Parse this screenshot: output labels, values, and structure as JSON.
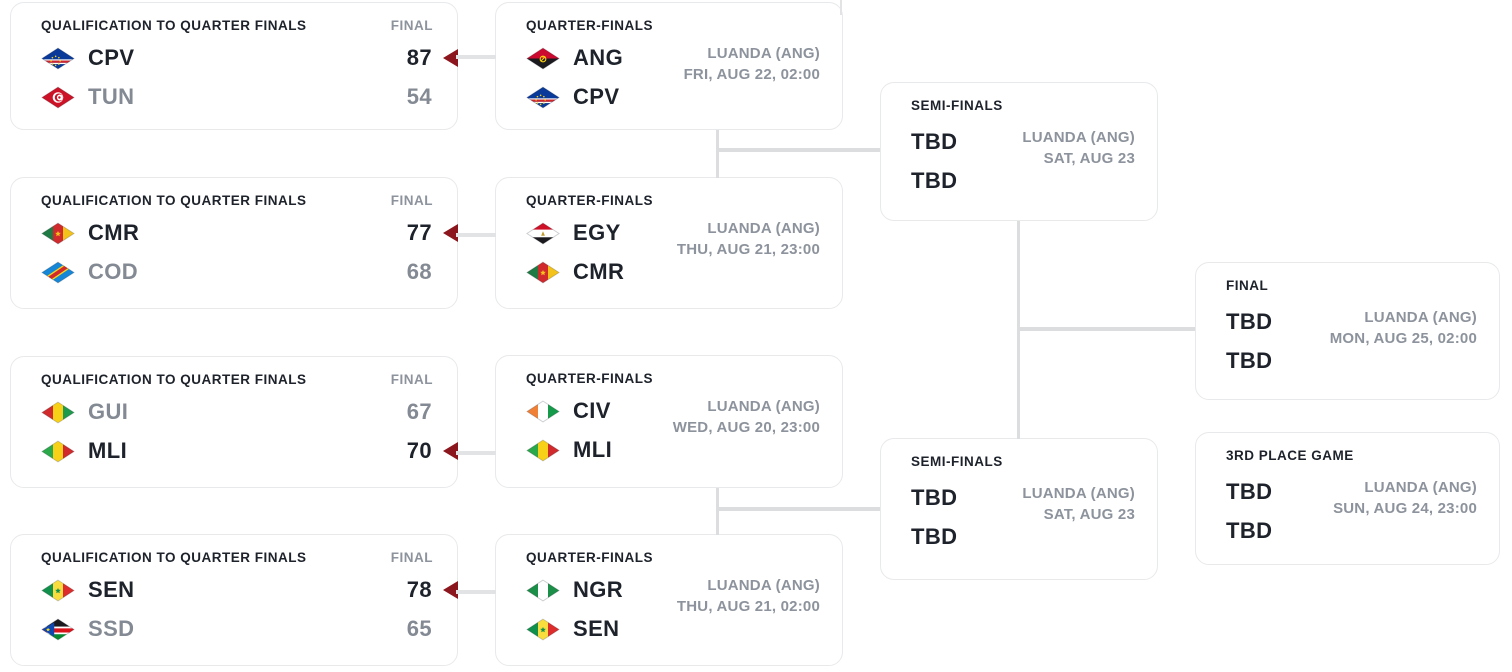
{
  "page": {
    "background": "#ffffff"
  },
  "colors": {
    "text_primary": "#1d222b",
    "text_muted": "#8d939c",
    "card_border": "#e8e9eb",
    "connector": "#dcdddf",
    "winner_arrow": "#8c161d"
  },
  "bracket": {
    "qualification": [
      {
        "title": "QUALIFICATION TO QUARTER FINALS",
        "status": "FINAL",
        "teams": [
          {
            "code": "CPV",
            "flag": "cpv-flag-icon",
            "score": "87",
            "winner": true
          },
          {
            "code": "TUN",
            "flag": "tun-flag-icon",
            "score": "54",
            "winner": false
          }
        ]
      },
      {
        "title": "QUALIFICATION TO QUARTER FINALS",
        "status": "FINAL",
        "teams": [
          {
            "code": "CMR",
            "flag": "cmr-flag-icon",
            "score": "77",
            "winner": true
          },
          {
            "code": "COD",
            "flag": "cod-flag-icon",
            "score": "68",
            "winner": false
          }
        ]
      },
      {
        "title": "QUALIFICATION TO QUARTER FINALS",
        "status": "FINAL",
        "teams": [
          {
            "code": "GUI",
            "flag": "gui-flag-icon",
            "score": "67",
            "winner": false
          },
          {
            "code": "MLI",
            "flag": "mli-flag-icon",
            "score": "70",
            "winner": true
          }
        ]
      },
      {
        "title": "QUALIFICATION TO QUARTER FINALS",
        "status": "FINAL",
        "teams": [
          {
            "code": "SEN",
            "flag": "sen-flag-icon",
            "score": "78",
            "winner": true
          },
          {
            "code": "SSD",
            "flag": "ssd-flag-icon",
            "score": "65",
            "winner": false
          }
        ]
      }
    ],
    "quarterfinals": [
      {
        "title": "QUARTER-FINALS",
        "venue": "LUANDA (ANG)",
        "datetime": "FRI, AUG 22, 02:00",
        "teams": [
          {
            "code": "ANG",
            "flag": "ang-flag-icon"
          },
          {
            "code": "CPV",
            "flag": "cpv-flag-icon"
          }
        ]
      },
      {
        "title": "QUARTER-FINALS",
        "venue": "LUANDA (ANG)",
        "datetime": "THU, AUG 21, 23:00",
        "teams": [
          {
            "code": "EGY",
            "flag": "egy-flag-icon"
          },
          {
            "code": "CMR",
            "flag": "cmr-flag-icon"
          }
        ]
      },
      {
        "title": "QUARTER-FINALS",
        "venue": "LUANDA (ANG)",
        "datetime": "WED, AUG 20, 23:00",
        "teams": [
          {
            "code": "CIV",
            "flag": "civ-flag-icon"
          },
          {
            "code": "MLI",
            "flag": "mli-flag-icon"
          }
        ]
      },
      {
        "title": "QUARTER-FINALS",
        "venue": "LUANDA (ANG)",
        "datetime": "THU, AUG 21, 02:00",
        "teams": [
          {
            "code": "NGR",
            "flag": "ngr-flag-icon"
          },
          {
            "code": "SEN",
            "flag": "sen-flag-icon"
          }
        ]
      }
    ],
    "semifinals": [
      {
        "title": "SEMI-FINALS",
        "venue": "LUANDA (ANG)",
        "datetime": "SAT, AUG 23",
        "teams": [
          {
            "code": "TBD"
          },
          {
            "code": "TBD"
          }
        ]
      },
      {
        "title": "SEMI-FINALS",
        "venue": "LUANDA (ANG)",
        "datetime": "SAT, AUG 23",
        "teams": [
          {
            "code": "TBD"
          },
          {
            "code": "TBD"
          }
        ]
      }
    ],
    "final": {
      "title": "FINAL",
      "venue": "LUANDA (ANG)",
      "datetime": "MON, AUG 25, 02:00",
      "teams": [
        {
          "code": "TBD"
        },
        {
          "code": "TBD"
        }
      ]
    },
    "third_place": {
      "title": "3RD PLACE GAME",
      "venue": "LUANDA (ANG)",
      "datetime": "SUN, AUG 24, 23:00",
      "teams": [
        {
          "code": "TBD"
        },
        {
          "code": "TBD"
        }
      ]
    }
  }
}
